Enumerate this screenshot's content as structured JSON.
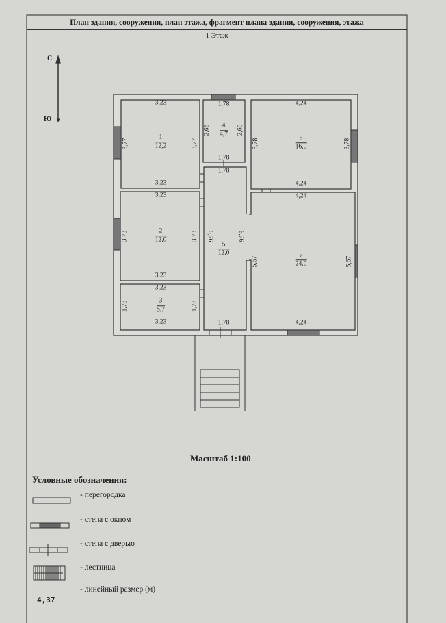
{
  "header": {
    "title": "План здания, сооружения, план этажа, фрагмент плана здания, сооружения, этажа",
    "floor": "1 Этаж"
  },
  "compass": {
    "north": "С",
    "south": "Ю"
  },
  "rooms": [
    {
      "num": "1",
      "area": "12,2",
      "top": "3,23",
      "bottom": "3,23",
      "left": "3,77",
      "right": "3,77"
    },
    {
      "num": "2",
      "area": "12,0",
      "top": "3,23",
      "bottom": "3,23",
      "left": "3,73",
      "right": "3,73"
    },
    {
      "num": "3",
      "area": "5,7",
      "top": "3,23",
      "bottom": "3,23",
      "left": "1,78",
      "right": "1,78"
    },
    {
      "num": "4",
      "area": "4,7",
      "top": "1,78",
      "bottom": "1,78",
      "left": "2,66",
      "right": "2,66"
    },
    {
      "num": "5",
      "area": "12,0",
      "top": "1,78",
      "bottom": "1,78",
      "left": "6,76",
      "right": "6,76"
    },
    {
      "num": "6",
      "area": "16,0",
      "top": "4,24",
      "bottom": "4,24",
      "left": "3,78",
      "right": "3,78"
    },
    {
      "num": "7",
      "area": "24,0",
      "top": "4,24",
      "bottom": "4,24",
      "left": "5,67",
      "right": "5,67"
    }
  ],
  "scale": "Масштаб 1:100",
  "legend": {
    "title": "Условные обозначения:",
    "items": [
      "- перегородка",
      "- стена с окном",
      "- стена с дверью",
      "- лестница",
      "- линейный размер (м)"
    ],
    "dimension_sample": "4,37"
  }
}
